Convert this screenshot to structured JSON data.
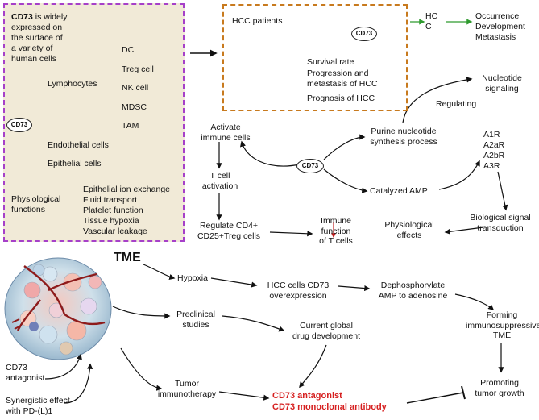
{
  "cd73_panel": {
    "intro_bold": "CD73",
    "intro_rest": [
      " is widely",
      "expressed on",
      "the surface of",
      "a variety of",
      "human cells"
    ],
    "center_label": "CD73",
    "lymphocytes": "Lymphocytes",
    "cell_types": [
      "DC",
      "Treg cell",
      "NK cell",
      "MDSC",
      "TAM"
    ],
    "endothelial": "Endothelial cells",
    "epithelial": "Epithelial cells",
    "physiological": [
      "Physiological",
      "functions"
    ],
    "functions": [
      "Epithelial ion exchange",
      "Fluid transport",
      "Platelet function",
      "Tissue hypoxia",
      "Vascular leakage"
    ]
  },
  "hcc_panel": {
    "patients": "HCC patients",
    "cd73": "CD73",
    "survival": "Survival rate",
    "progression": [
      "Progression and",
      "metastasis of HCC"
    ],
    "prognosis": "Prognosis of HCC"
  },
  "hcc_outcome": {
    "label": [
      "HC",
      "C"
    ],
    "results": [
      "Occurrence",
      "Development",
      "Metastasis"
    ]
  },
  "pathway": {
    "nucleotide_signaling": [
      "Nucleotide",
      "signaling"
    ],
    "regulating": "Regulating",
    "purine": [
      "Purine nucleotide",
      "synthesis process"
    ],
    "receptors": [
      "A1R",
      "A2aR",
      "A2bR",
      "A3R"
    ],
    "activate": [
      "Activate",
      "immune cells"
    ],
    "center": "CD73",
    "tcell_activation": [
      "T cell",
      "activation"
    ],
    "catalyzed": "Catalyzed AMP",
    "regulate_treg": [
      "Regulate CD4+",
      "CD25+Treg cells"
    ],
    "immune_function": [
      "Immune",
      "function",
      "of T cells"
    ],
    "physiological_effects": [
      "Physiological",
      "effects"
    ],
    "bio_signal": [
      "Biological signal",
      "transduction"
    ]
  },
  "tme": {
    "title": "TME",
    "hypoxia": "Hypoxia",
    "overexpression": [
      "HCC cells CD73",
      "overexpression"
    ],
    "dephos": [
      "Dephosphorylate",
      "AMP to adenosine"
    ],
    "preclinical": [
      "Preclinical",
      "studies"
    ],
    "global": [
      "Current global",
      "drug development"
    ],
    "forming": [
      "Forming",
      "immunosuppressive",
      "TME"
    ],
    "cd73_antagonist": [
      "CD73",
      "antagonist"
    ],
    "synergistic": [
      "Synergistic effect",
      "with PD-(L)1"
    ],
    "tumor_immuno": [
      "Tumor",
      "immunotherapy"
    ],
    "red_1": "CD73 antagonist",
    "red_2": "CD73 monoclonal antibody",
    "promoting": [
      "Promoting",
      "tumor growth"
    ]
  },
  "colors": {
    "panel_fill": "#f1ead7",
    "panel_border": "#a640c9",
    "hcc_border": "#c87a1e",
    "patient_blue": "#1f3f99",
    "patient_red": "#e02020",
    "red_arrow": "#c02020",
    "green_arrow": "#2e9a2e",
    "highlight_red": "#d62020"
  }
}
